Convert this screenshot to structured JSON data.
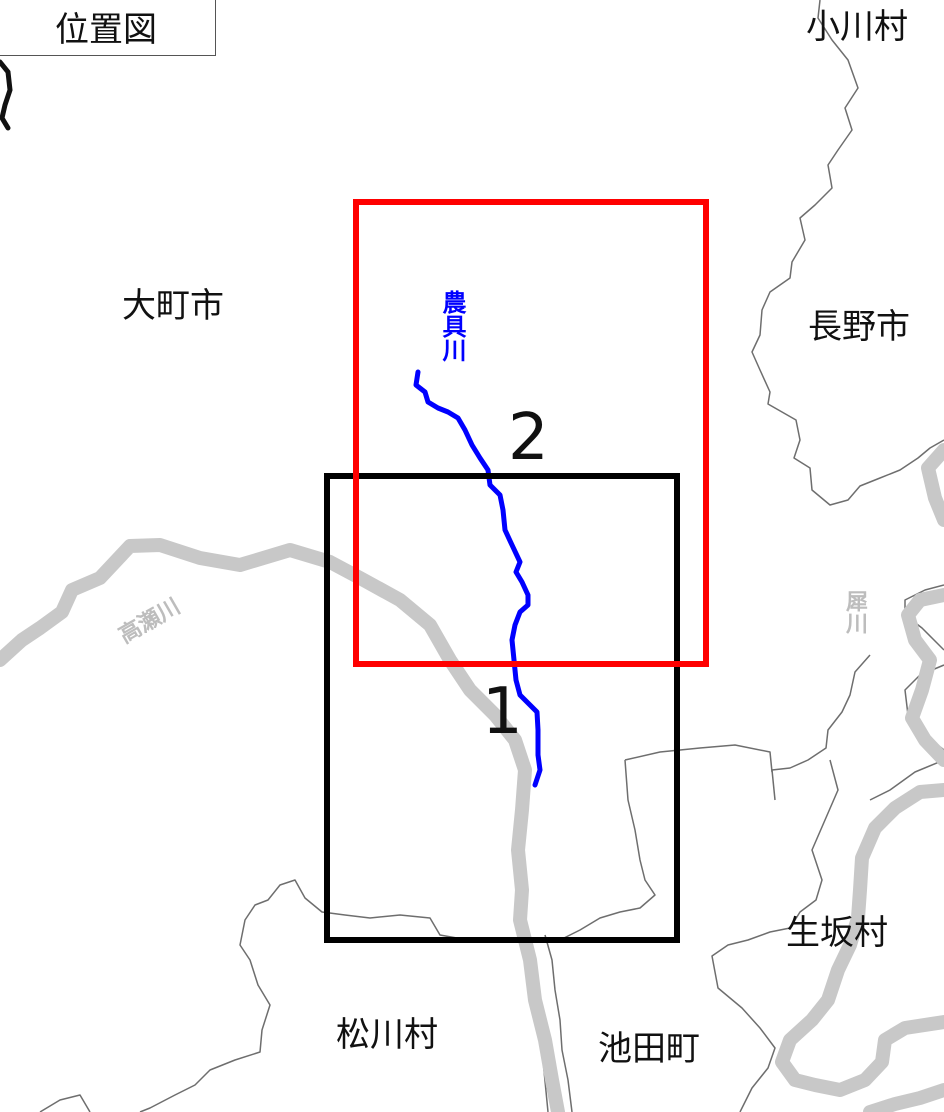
{
  "title": "位置図",
  "municipalities": {
    "omachi": "大町市",
    "nagano": "長野市",
    "ogawa": "小川村",
    "matsukawa": "松川村",
    "ikeda": "池田町",
    "ikusaka": "生坂村"
  },
  "rivers": {
    "nogu": "農具川",
    "takase": "高瀬川",
    "sai": "犀川"
  },
  "areas": {
    "area1": "1",
    "area2": "2"
  },
  "colors": {
    "area1_frame": "#000000",
    "area2_frame": "#ff0000",
    "nogu_river": "#0000ff",
    "major_river": "#c8c8c8",
    "boundary": "#6e6e6e"
  }
}
